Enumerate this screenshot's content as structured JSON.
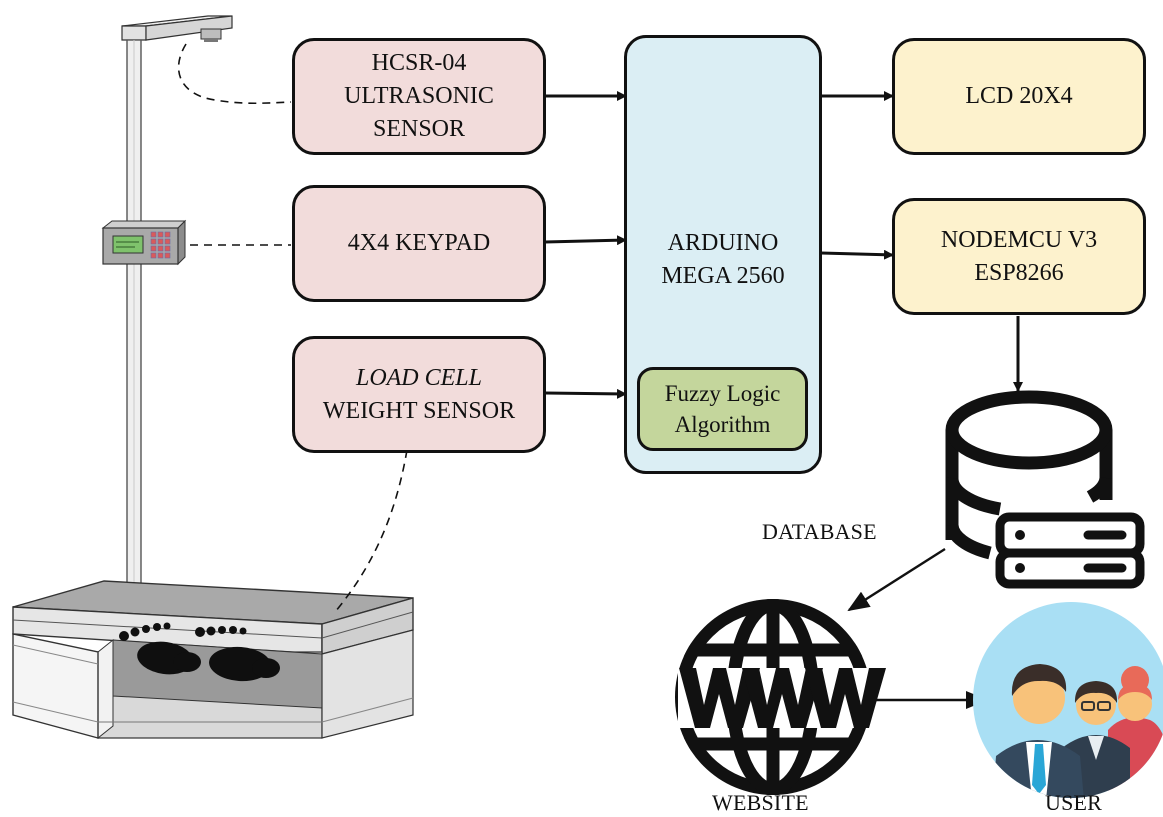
{
  "nodes": {
    "ultrasonic": {
      "line1": "HCSR-04",
      "line2": "ULTRASONIC",
      "line3": "SENSOR"
    },
    "keypad": {
      "label": "4X4 KEYPAD"
    },
    "loadcell": {
      "line1": "LOAD CELL",
      "line2": "WEIGHT SENSOR"
    },
    "arduino": {
      "line1": "ARDUINO",
      "line2": "MEGA 2560"
    },
    "fuzzy": {
      "line1": "Fuzzy Logic",
      "line2": "Algorithm"
    },
    "lcd": {
      "label": "LCD 20X4"
    },
    "nodemcu": {
      "line1": "NODEMCU V3",
      "line2": "ESP8266"
    }
  },
  "captions": {
    "database": "DATABASE",
    "website": "WEBSITE",
    "user": "USER"
  },
  "icons": [
    "height-scale-illustration",
    "database-icon",
    "www-globe-icon",
    "user-group-icon"
  ],
  "colors": {
    "pink": "#f2dcdb",
    "blue": "#dbeef4",
    "cream": "#fdf2cd",
    "green": "#c4d69c",
    "stroke": "#111111"
  }
}
